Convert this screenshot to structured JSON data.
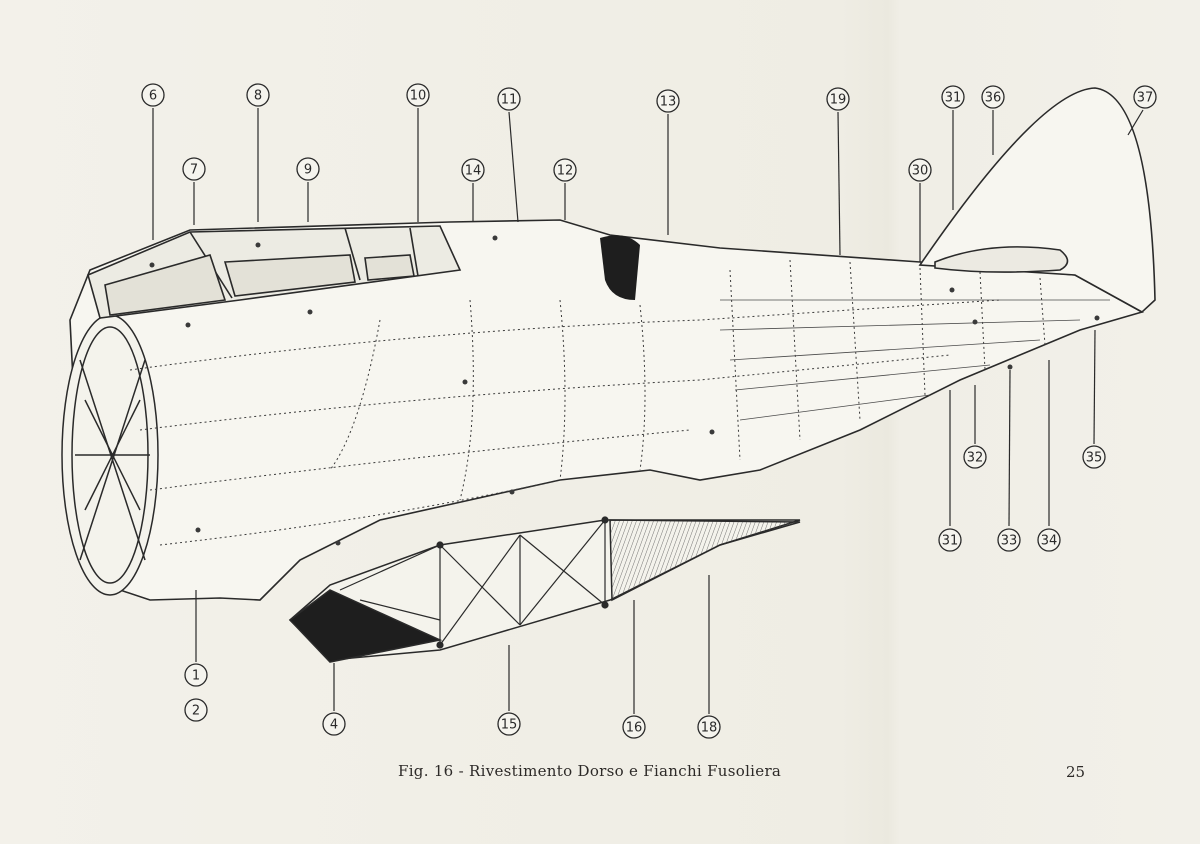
{
  "figure": {
    "caption": "Fig. 16 - Rivestimento Dorso e Fianchi Fusoliera",
    "page_number": "25"
  },
  "callouts": [
    {
      "id": "c6",
      "label": "6"
    },
    {
      "id": "c8",
      "label": "8"
    },
    {
      "id": "c10",
      "label": "10"
    },
    {
      "id": "c11",
      "label": "11"
    },
    {
      "id": "c13",
      "label": "13"
    },
    {
      "id": "c19",
      "label": "19"
    },
    {
      "id": "c31a",
      "label": "31"
    },
    {
      "id": "c36",
      "label": "36"
    },
    {
      "id": "c37",
      "label": "37"
    },
    {
      "id": "c7",
      "label": "7"
    },
    {
      "id": "c9",
      "label": "9"
    },
    {
      "id": "c14",
      "label": "14"
    },
    {
      "id": "c12",
      "label": "12"
    },
    {
      "id": "c30",
      "label": "30"
    },
    {
      "id": "c32",
      "label": "32"
    },
    {
      "id": "c35",
      "label": "35"
    },
    {
      "id": "c31b",
      "label": "31"
    },
    {
      "id": "c33",
      "label": "33"
    },
    {
      "id": "c34",
      "label": "34"
    },
    {
      "id": "c1",
      "label": "1"
    },
    {
      "id": "c2",
      "label": "2"
    },
    {
      "id": "c4",
      "label": "4"
    },
    {
      "id": "c15",
      "label": "15"
    },
    {
      "id": "c16",
      "label": "16"
    },
    {
      "id": "c18",
      "label": "18"
    }
  ],
  "colors": {
    "ink": "#2a2a2a",
    "paper": "#f1efe6",
    "shadow": "#1e1e1e"
  }
}
